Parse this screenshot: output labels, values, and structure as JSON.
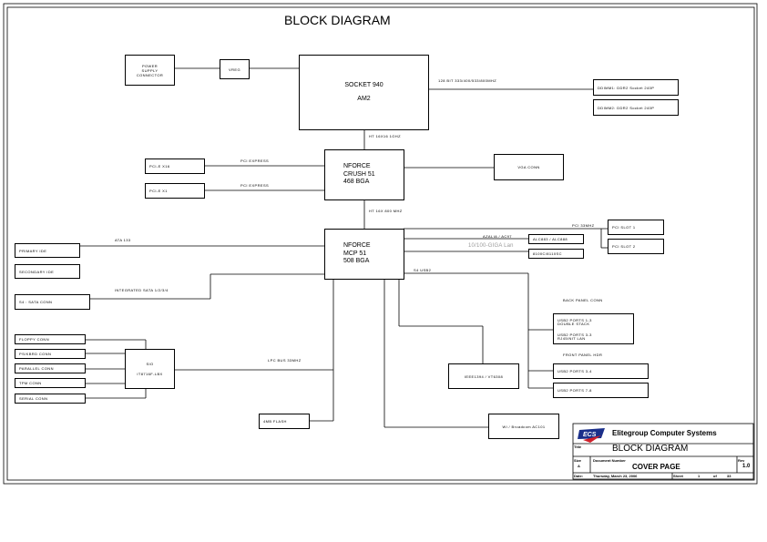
{
  "title": "BLOCK DIAGRAM",
  "blocks": {
    "power_supply": [
      "POWER",
      "SUPPLY",
      "CONNECTOR"
    ],
    "vreg": "VREG",
    "socket": [
      "SOCKET 940",
      "AM2"
    ],
    "dimm1": "DDIMM1: DDR2 Socket 240P",
    "dimm2": "DDIMM2: DDR2 Socket 240P",
    "nforce_crush": [
      "NFORCE",
      "CRUSH 51",
      "468 BGA"
    ],
    "vga_conn": "VGA CONN",
    "pcie_x16": "PCI-E X16",
    "pcie_x1": "PCI-E X1",
    "nforce_mcp": [
      "NFORCE",
      "MCP 51",
      "508 BGA"
    ],
    "alc883": "ALC883 / ALC888",
    "phy": "8100C/8110SC",
    "pci_slot1": "PCI SLOT 1",
    "pci_slot2": "PCI SLOT 2",
    "primary_ide": "PRIMARY IDE",
    "secondary_ide": "SECONDARY IDE",
    "sata_conn": "S4 : SATA CONN",
    "floppy": "FLOPPY CONN",
    "keyboard": "PS/KBRD CONN",
    "parallel": "PARALLEL CONN",
    "tpm": "TPM CONN",
    "serial": "SERIAL CONN",
    "sio": [
      "SIO",
      "IT8716F-LBX"
    ],
    "flash": "4MB FLASH",
    "ieee1394": "IEEE1394 / VT6308",
    "usb_rear1": [
      "USB2 PORTS 1-3",
      "DOUBLE STACK"
    ],
    "usb_rear2": [
      "USB2 PORTS 3-3",
      "RJ45/NIT LAN"
    ],
    "usb_front1": "USB2 PORTS 3-4",
    "usb_front2": "USB2 PORTS 7-8",
    "wireless": "Wi / Broadcom AC101"
  },
  "labels": {
    "ht_mem": "128 BIT 333/400/533/800MHZ",
    "ht_cpu": "HT 16X16 1GHZ",
    "pcie_a": "PCI EXPRESS",
    "pcie_b": "PCI EXPRESS",
    "ht_chip": "HT 16X 800 MHZ",
    "azalia": "AZALIA / AC97",
    "lan": "10/100-GIGA Lan",
    "pci_bus": "PCI 33MHZ",
    "ata": "ATA 133",
    "sata": "INTEGRATED SATA 1/2/3/4",
    "usb": "S4 USB2",
    "back_panel": "BACK PANEL CONN",
    "front_panel": "FRONT PANEL HDR",
    "lpc": "LPC BUS 33MHZ"
  },
  "title_block": {
    "company": "Elitegroup Computer Systems",
    "logo": "ECS",
    "title_label": "Title",
    "sheet_title": "BLOCK DIAGRAM",
    "size_label": "Size",
    "size_value": "A",
    "docnum_label": "Document Number",
    "docnum_value": "COVER PAGE",
    "rev_label": "Rev",
    "rev_value": "1.0",
    "date_label": "Date:",
    "date_value": "Thursday, March 23, 2006",
    "sheet_label": "Sheet",
    "sheet_of": "of",
    "sheet_num": "1",
    "sheet_total": "33"
  },
  "colors": {
    "line": "#000000",
    "logo_red": "#d0202a",
    "logo_blue": "#1a2f8a",
    "lan_text": "#9a9a9a"
  }
}
